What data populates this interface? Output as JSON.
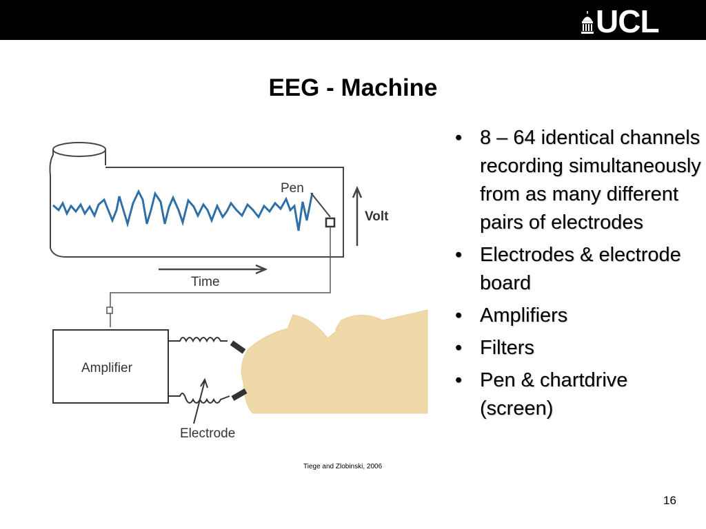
{
  "header": {
    "logo_text": "UCL"
  },
  "slide": {
    "title": "EEG - Machine",
    "bullets": [
      "8 – 64 identical channels recording simultaneously from as many different pairs of electrodes",
      "Electrodes & electrode board",
      "Amplifiers",
      "Filters",
      "Pen & chartdrive (screen)"
    ],
    "caption": "Tiege and Zlobinski, 2006",
    "page_number": "16"
  },
  "diagram": {
    "labels": {
      "pen": "Pen",
      "volt": "Volt",
      "time": "Time",
      "amplifier": "Amplifier",
      "electrode": "Electrode"
    },
    "colors": {
      "trace": "#2e6fa7",
      "head": "#f0d9a8",
      "line": "#555555"
    }
  }
}
